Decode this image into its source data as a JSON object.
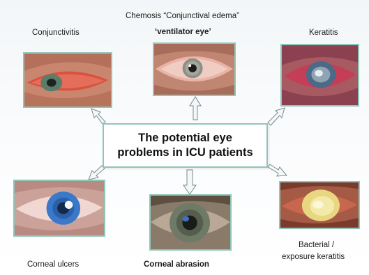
{
  "center": {
    "line1": "The potential eye",
    "line2": "problems in ICU patients"
  },
  "conditions": {
    "conjunctivitis": {
      "label": "Conjunctivitis"
    },
    "chemosis": {
      "label": "Chemosis “Conjunctival edema”",
      "sublabel": "‘ventilator eye’"
    },
    "keratitis": {
      "label": "Keratitis"
    },
    "corneal_ulcers": {
      "label": "Corneal ulcers"
    },
    "corneal_abrasion": {
      "label": "Corneal abrasion"
    },
    "bacterial_keratitis": {
      "label_line1": "Bacterial /",
      "label_line2": "exposure keratitis"
    }
  },
  "colors": {
    "frame_border": "#8fc6b8",
    "arrow_fill": "#f4f7f8",
    "arrow_stroke": "#7a8a90"
  }
}
